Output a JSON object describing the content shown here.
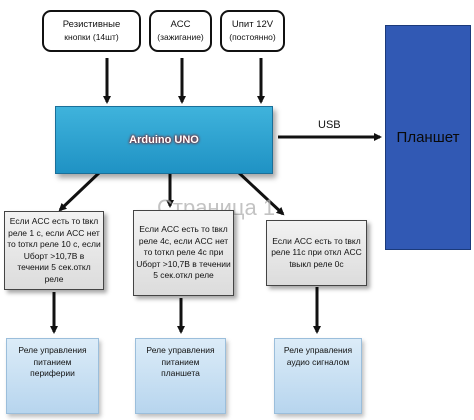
{
  "inputs": [
    {
      "line1": "Резистивные",
      "line2": "кнопки (14шт)"
    },
    {
      "line1": "ACC",
      "line2": "(зажигание)"
    },
    {
      "line1": "Uпит 12V",
      "line2": "(постоянно)"
    }
  ],
  "controller": {
    "label": "Arduino UNO"
  },
  "usb": {
    "label": "USB"
  },
  "tablet": {
    "label": "Планшет"
  },
  "watermark": "Страница 1",
  "logic_blocks": [
    "Если ACC есть то tвкл реле 1 с, если ACC нет то tоткл реле 10 с, если Uборт >10,7В в течении 5 сек.откл реле",
    "Если ACC есть то tвкл реле 4с, если ACC нет то tоткл реле 4с при Uборт >10,7В в течении 5 сек.откл реле",
    "Если ACC есть то tвкл реле 11с при откл ACC tвыкл реле 0с"
  ],
  "relays": [
    {
      "line1": "Реле управления",
      "line2": "питанием",
      "line3": "периферии"
    },
    {
      "line1": "Реле управления",
      "line2": "питанием",
      "line3": "планшета"
    },
    {
      "line1": "Реле управления",
      "line2": "аудио сигналом",
      "line3": ""
    }
  ],
  "colors": {
    "controller": "#2aa0d0",
    "tablet": "#3159b4",
    "logic": "#e6e6e6",
    "relay": "#c9e0f3"
  }
}
